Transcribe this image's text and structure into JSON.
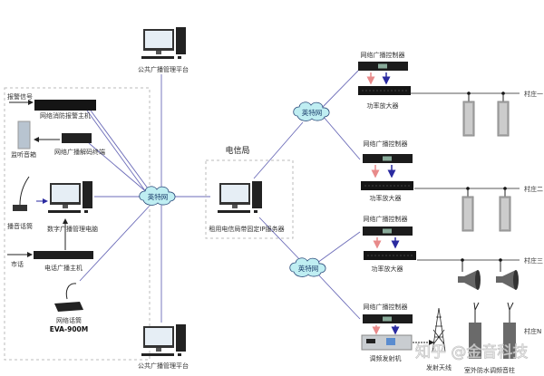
{
  "platform_label": "公共广播管理平台",
  "left_group": {
    "alarm_signal": "报警信号",
    "fire_alarm_host": "网络消防报警主机",
    "monitor_speaker": "监听音箱",
    "decoder_terminal": "网络广播解码终端",
    "broadcast_mic": "播音话筒",
    "management_pc": "数字广播管理电脑",
    "city_phone": "市话",
    "phone_host": "电话广播主机",
    "network_mic": "网络话筒",
    "network_mic_model": "EVA-900M"
  },
  "internet_label": "英特网",
  "telecom": {
    "title": "电信局",
    "server": "租用电信局带固定IP服务器"
  },
  "branches": {
    "controller": "网络广播控制器",
    "amplifier": "功率放大器",
    "fm_transmitter": "调频发射机",
    "antenna": "发射天线",
    "fm_column": "室外防水调频音柱",
    "villages": [
      "村庄一",
      "村庄二",
      "村庄三",
      "村庄N"
    ]
  },
  "watermark": "知乎 @金音科技",
  "colors": {
    "line": "#6b6bb8",
    "cloud": "#bfeef2",
    "down_red": "#e88a8a",
    "down_blue": "#2a2aa0"
  }
}
